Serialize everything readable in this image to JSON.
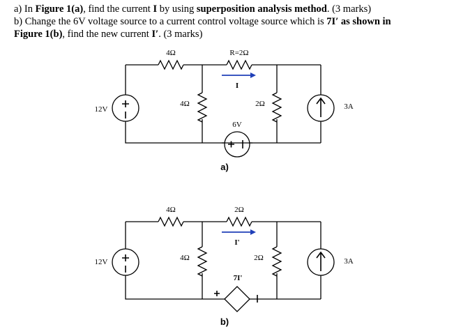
{
  "question": {
    "a_prefix": "a) In ",
    "a_fig": "Figure 1(a)",
    "a_mid1": ", find the current ",
    "a_current": "I",
    "a_mid2": " by using ",
    "a_method": "superposition analysis method",
    "a_marks": ". (3 marks)",
    "b_prefix": "b) Change the 6V voltage source to a current control voltage source which is ",
    "b_expr": "7I′ as shown in",
    "b_fig": "Figure 1(b)",
    "b_mid": ", find the new current ",
    "b_current": "I′",
    "b_marks": ". (3 marks)"
  },
  "figure_a": {
    "caption": "a)",
    "top_left_resistor": "4Ω",
    "top_right_resistor": "R=2Ω",
    "current_label": "I",
    "middle_resistor": "4Ω",
    "right_resistor": "2Ω",
    "voltage_source": "12V",
    "center_source": "6V",
    "current_source": "3A"
  },
  "figure_b": {
    "caption": "b)",
    "top_left_resistor": "4Ω",
    "top_right_resistor": "2Ω",
    "current_label": "I'",
    "middle_resistor": "4Ω",
    "right_resistor": "2Ω",
    "voltage_source": "12V",
    "dependent_source": "7I'",
    "current_source": "3A"
  },
  "colors": {
    "arrow": "#1f3fb8",
    "wire": "#000000"
  }
}
